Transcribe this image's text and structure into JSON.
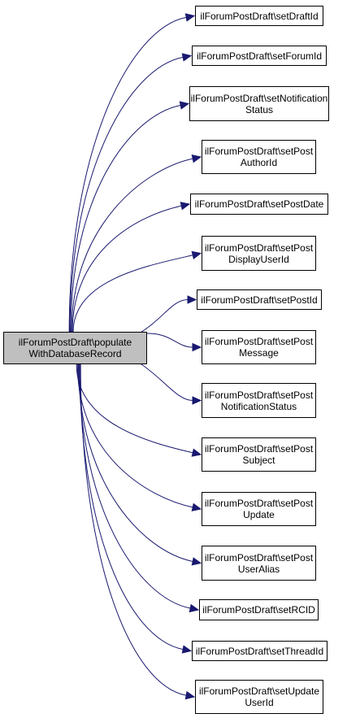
{
  "root": {
    "lines": [
      "ilForumPostDraft\\populate",
      "WithDatabaseRecord"
    ]
  },
  "callees": [
    {
      "lines": [
        "ilForumPostDraft\\setDraftId"
      ]
    },
    {
      "lines": [
        "ilForumPostDraft\\setForumId"
      ]
    },
    {
      "lines": [
        "ilForumPostDraft\\setNotification",
        "Status"
      ]
    },
    {
      "lines": [
        "ilForumPostDraft\\setPost",
        "AuthorId"
      ]
    },
    {
      "lines": [
        "ilForumPostDraft\\setPostDate"
      ]
    },
    {
      "lines": [
        "ilForumPostDraft\\setPost",
        "DisplayUserId"
      ]
    },
    {
      "lines": [
        "ilForumPostDraft\\setPostId"
      ]
    },
    {
      "lines": [
        "ilForumPostDraft\\setPost",
        "Message"
      ]
    },
    {
      "lines": [
        "ilForumPostDraft\\setPost",
        "NotificationStatus"
      ]
    },
    {
      "lines": [
        "ilForumPostDraft\\setPost",
        "Subject"
      ]
    },
    {
      "lines": [
        "ilForumPostDraft\\setPost",
        "Update"
      ]
    },
    {
      "lines": [
        "ilForumPostDraft\\setPost",
        "UserAlias"
      ]
    },
    {
      "lines": [
        "ilForumPostDraft\\setRCID"
      ]
    },
    {
      "lines": [
        "ilForumPostDraft\\setThreadId"
      ]
    },
    {
      "lines": [
        "ilForumPostDraft\\setUpdate",
        "UserId"
      ]
    }
  ],
  "colors": {
    "edge": "#191970",
    "root_fill": "#bfbfbf",
    "node_border": "#000000"
  }
}
